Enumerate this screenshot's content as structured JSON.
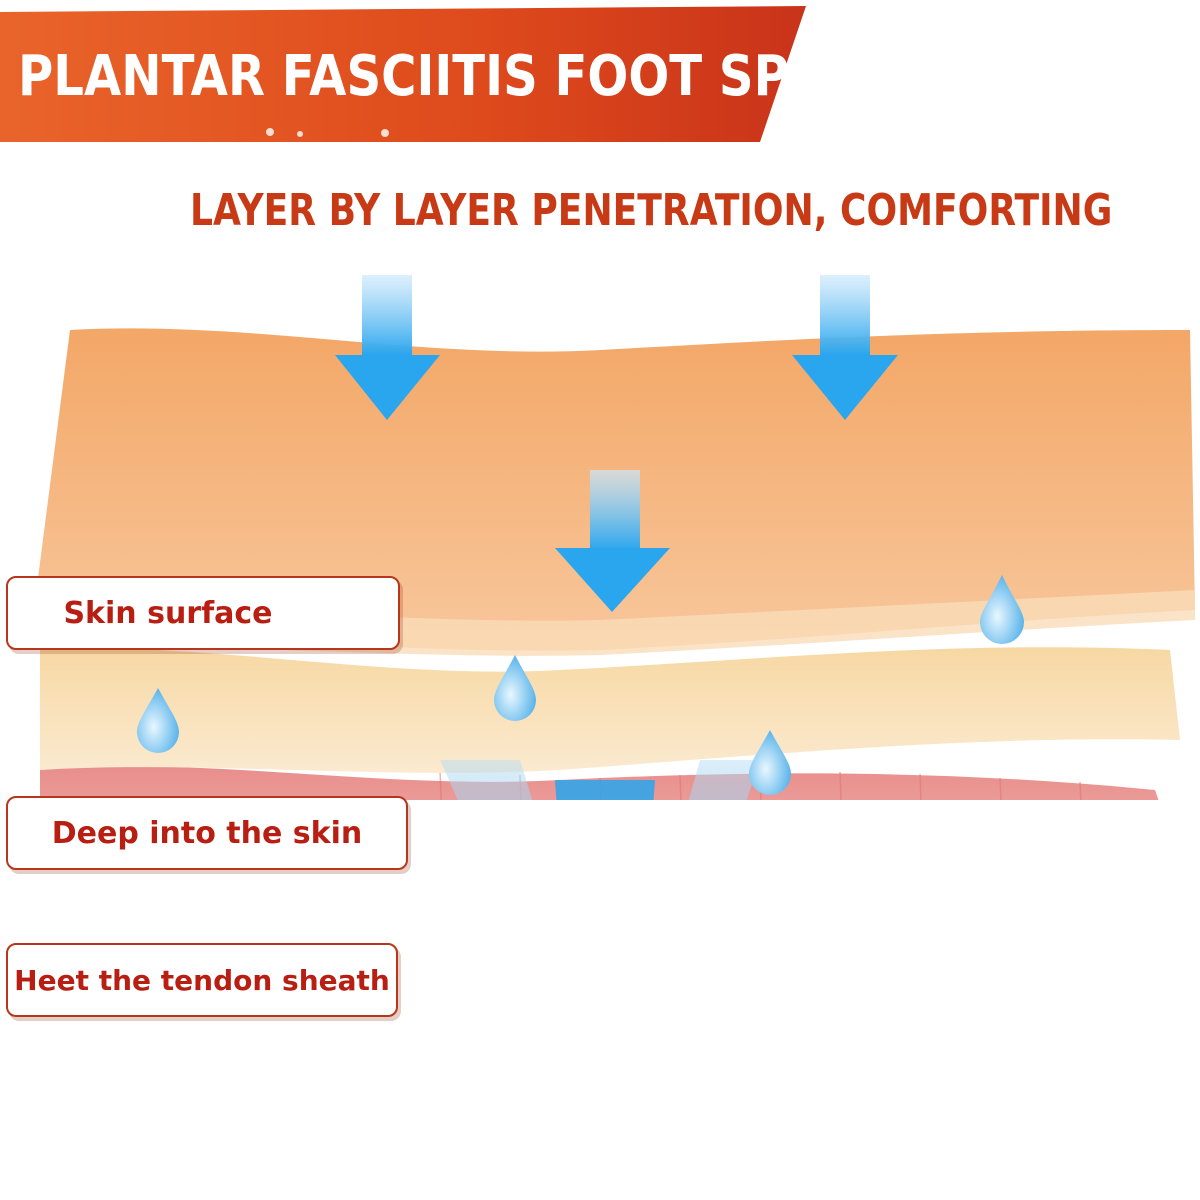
{
  "header": {
    "title": "PLANTAR FASCIITIS FOOT SPRAY",
    "subtitle": "LAYER BY LAYER PENETRATION, COMFORTING"
  },
  "labels": {
    "skin_surface": "Skin surface",
    "deep_skin": "Deep into the skin",
    "tendon": "Heet the tendon sheath"
  },
  "colors": {
    "banner": "#e0521f",
    "title_text": "#c83a16",
    "label_text": "#b81e12",
    "arrow": "#2aa6ee",
    "surface_layer": "#f6b277",
    "cream_layer": "#f8dfb0",
    "pink_layer": "#efa3a3",
    "red_layer": "#e65544",
    "bottom_layer": "#f5b7bd"
  },
  "icons": [
    "down-arrow-icon",
    "water-drop-icon"
  ]
}
